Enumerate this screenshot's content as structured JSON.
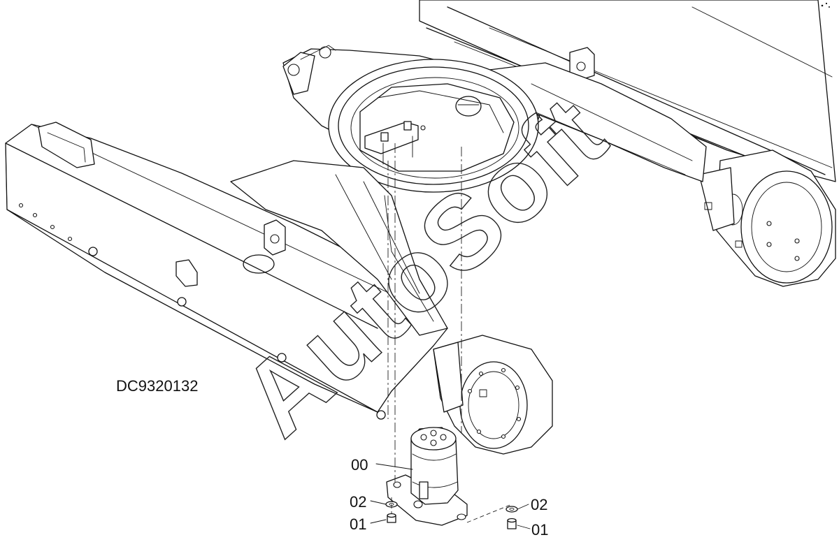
{
  "drawing": {
    "code": "DC9320132",
    "watermark": "AutoSoft"
  },
  "callouts": [
    {
      "id": "00"
    },
    {
      "id": "02"
    },
    {
      "id": "01"
    },
    {
      "id": "02"
    },
    {
      "id": "01"
    }
  ]
}
